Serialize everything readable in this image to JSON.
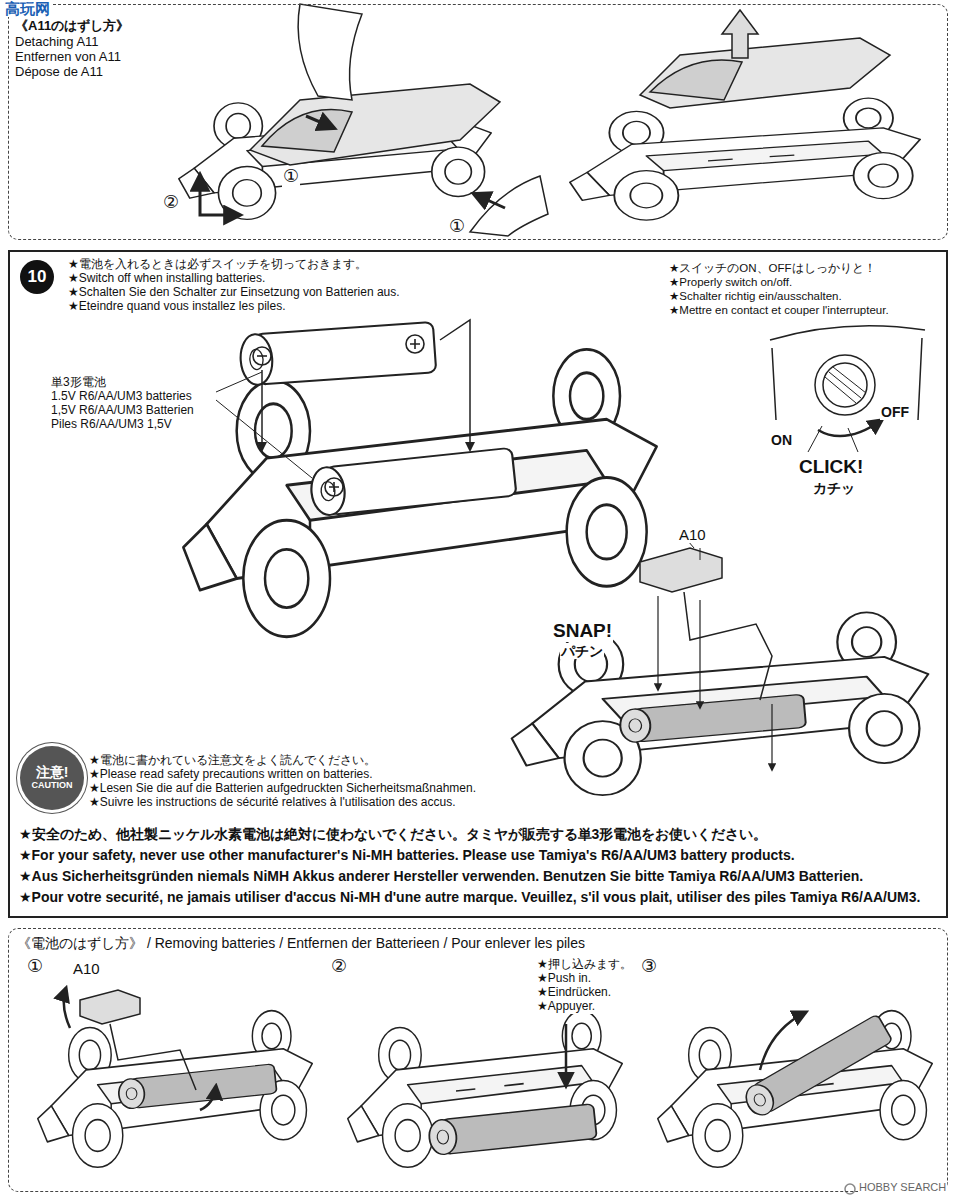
{
  "diagram": {
    "nodes": [
      {
        "text": [
          "《A11のはずし方》",
          "Detaching A11",
          "Entfernen von A11",
          "Dépose de A11"
        ]
      },
      {
        "text": [
          "★電池を入れるときは必ずスイッチを切っておきます。",
          "★Switch off when installing batteries.",
          "★Schalten Sie den Schalter zur Einsetzung von Batterien aus.",
          "★Eteindre quand vous installez les piles."
        ]
      },
      {
        "text": [
          "10"
        ],
        "in": 1
      },
      {
        "text": [
          "注意!",
          "CAUTION"
        ],
        "in": 1
      },
      {
        "text": [
          "《電池のはずし方》 / Removing batteries / Entfernen der Batterieen / Pour enlever les piles"
        ]
      }
    ],
    "labels": [
      "高玩网",
      "①",
      "②",
      "①",
      "★スイッチのON、OFFはしっかりと！",
      "★Properly switch on/off.",
      "★Schalter richtig ein/ausschalten.",
      "★Mettre en contact et couper l'interrupteur.",
      "単3形電池",
      "1.5V R6/AA/UM3 batteries",
      "1,5V R6/AA/UM3 Batterien",
      "Piles R6/AA/UM3 1,5V",
      "OFF",
      "ON",
      "CLICK!",
      "カチッ",
      "A10",
      "SNAP!",
      "パチン",
      "★電池に書かれている注意文をよく読んでください。",
      "★Please read safety precautions written on batteries.",
      "★Lesen Sie die auf die Batterien aufgedruckten Sicherheitsmaßnahmen.",
      "★Suivre les instructions de sécurité relatives à l'utilisation des accus.",
      "★安全のため、他社製ニッケル水素電池は絶対に使わないでください。タミヤが販売する単3形電池をお使いください。",
      "★For your safety, never use other manufacturer's Ni-MH batteries. Please use Tamiya's R6/AA/UM3 battery products.",
      "★Aus Sicherheitsgründen niemals NiMH Akkus anderer Hersteller verwenden. Benutzen Sie bitte Tamiya R6/AA/UM3 Batterien.",
      "★Pour votre securité, ne jamais utiliser d'accus Ni-MH d'une autre marque. Veuillez, s'il vous plait, utiliser des piles Tamiya R6/AA/UM3.",
      "①",
      "A10",
      "②",
      "★押し込みます。",
      "★Push in.",
      "★Eindrücken.",
      "★Appuyer.",
      "③",
      "HOBBY SEARCH"
    ]
  }
}
